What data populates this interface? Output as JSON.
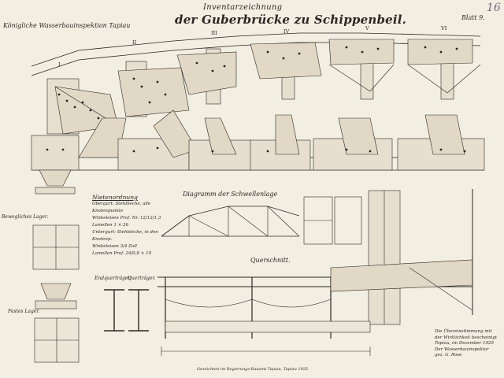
{
  "header": {
    "subtitle": "Inventarzeichnung",
    "title": "der Guberbrücke zu Schippenbeil.",
    "authority": "Königliche Wasserbauinspektion Tapiau",
    "sheet": "Blatt 9.",
    "page_number": "16"
  },
  "details": {
    "sections": [
      "I",
      "II",
      "III",
      "IV",
      "V",
      "VI"
    ]
  },
  "labels": {
    "bewegliches_lager": "Bewegliches Lager.",
    "festes_lager": "Festes Lager.",
    "diagramm": "Diagramm der Schwellenlage",
    "querschnitt": "Querschnitt.",
    "endquertraeger": "Endquerträger.",
    "quertraeger": "Querträger."
  },
  "legend": {
    "title": "Nietenordnung",
    "lines": [
      "Obergurt: Stehbleche, alle Knotenpunkte",
      "Winkeleisen Prof. Nr. 12/12/1,3",
      "Lamellen 1 × 26",
      "Untergurt: Stehbleche, in den Knotenp.",
      "Winkeleisen 3/4 Zoll",
      "Lamellen Prof. 24/0,8 × 10"
    ]
  },
  "note": {
    "lines": [
      "Die Übereinstimmung mit",
      "der Wirklichkeit bescheinigt",
      "Tapiau, im Dezember 1925",
      "Der Wasserbauinspektor",
      "gez. G. Rose"
    ]
  },
  "footer": "Gezeichnet im Regierungs-Bauamt Tapiau, Tapiau 1925",
  "colors": {
    "paper": "#f3eee2",
    "ink": "#2a2622",
    "accent_ink": "#6a6a78"
  }
}
